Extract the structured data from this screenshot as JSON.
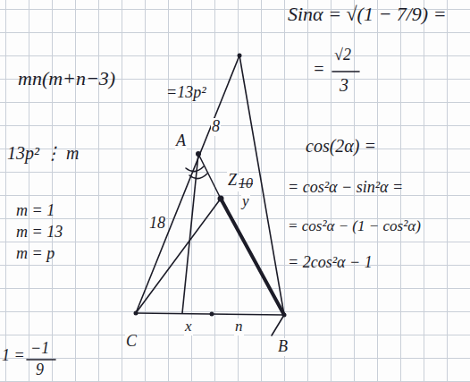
{
  "diagram": {
    "labels": [
      "Sinα = √(1 − 7/9) =",
      "=",
      "√2",
      "3",
      "mn(m+n−3)",
      "=13p²",
      "13p² ⋮ m",
      "m = 1",
      "m = 13",
      "m = p",
      "1 =",
      "−1",
      "9",
      "cos(2α) =",
      "= cos²α − sin²α =",
      "= cos²α − (1 − cos²α)",
      "= 2cos²α − 1",
      "A",
      "Z",
      "18",
      "8",
      "10",
      "y",
      "x",
      "n",
      "C",
      "B"
    ]
  }
}
